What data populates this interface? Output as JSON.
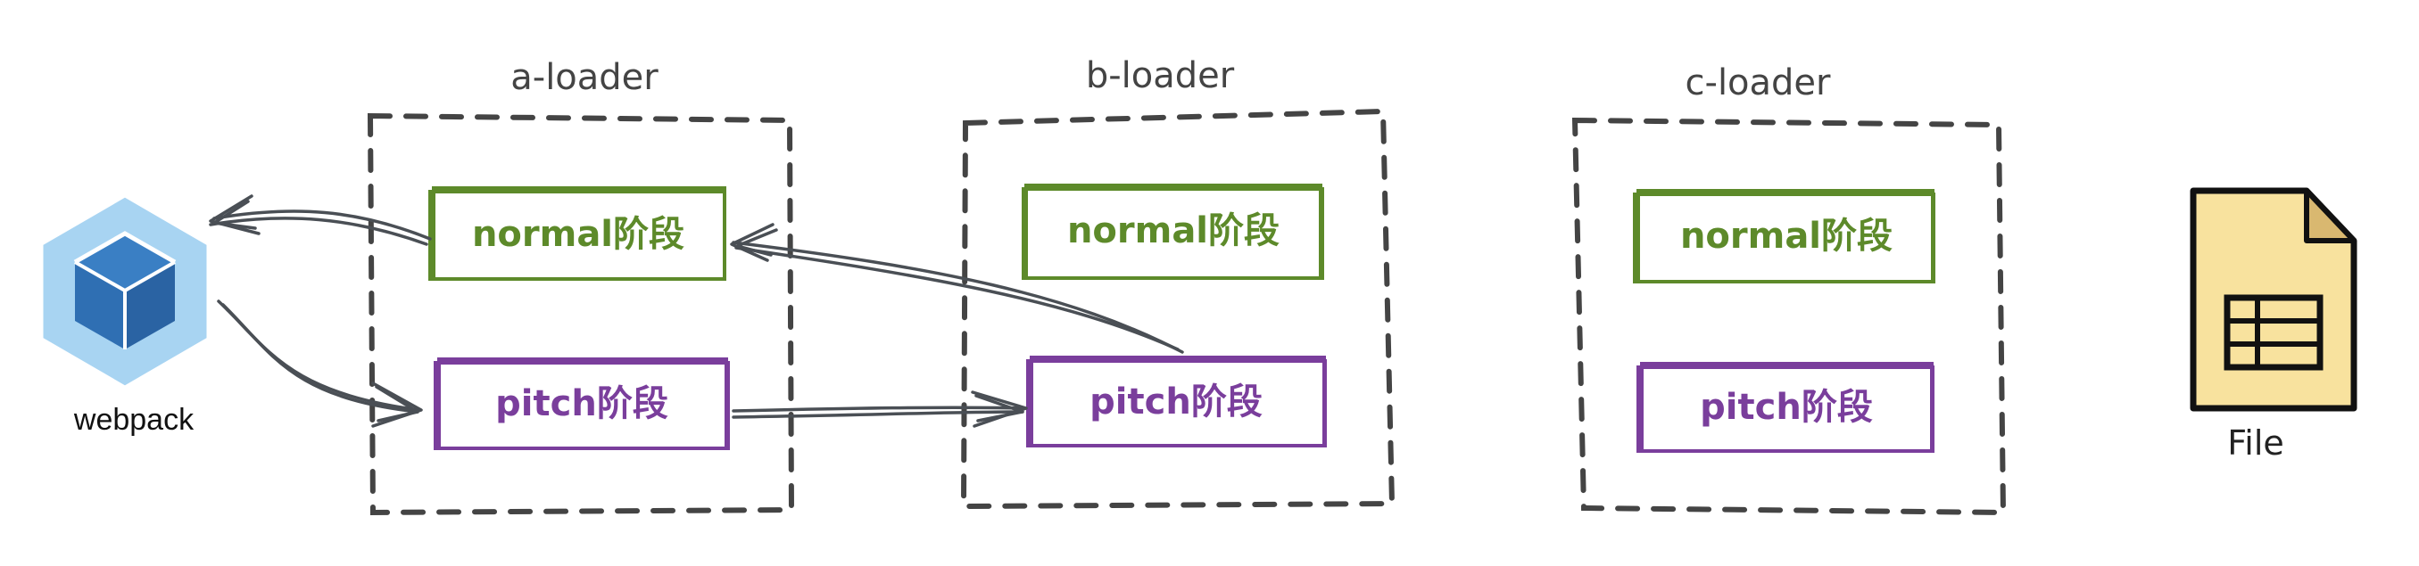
{
  "loaders": [
    {
      "title": "a-loader",
      "normal": "normal阶段",
      "pitch": "pitch阶段"
    },
    {
      "title": "b-loader",
      "normal": "normal阶段",
      "pitch": "pitch阶段"
    },
    {
      "title": "c-loader",
      "normal": "normal阶段",
      "pitch": "pitch阶段"
    }
  ],
  "webpack": {
    "label": "webpack",
    "icon": "webpack-cube-icon"
  },
  "file": {
    "label": "File",
    "icon": "file-document-icon"
  },
  "colors": {
    "normal": "#5d8a2a",
    "pitch": "#7a3e9c",
    "dash": "#444444",
    "arrow": "#4a4f55",
    "file_fill": "#f8e29e",
    "file_fold": "#d9b870",
    "webpack_light": "#a8d4f2",
    "webpack_dark": "#2f6fb3"
  }
}
